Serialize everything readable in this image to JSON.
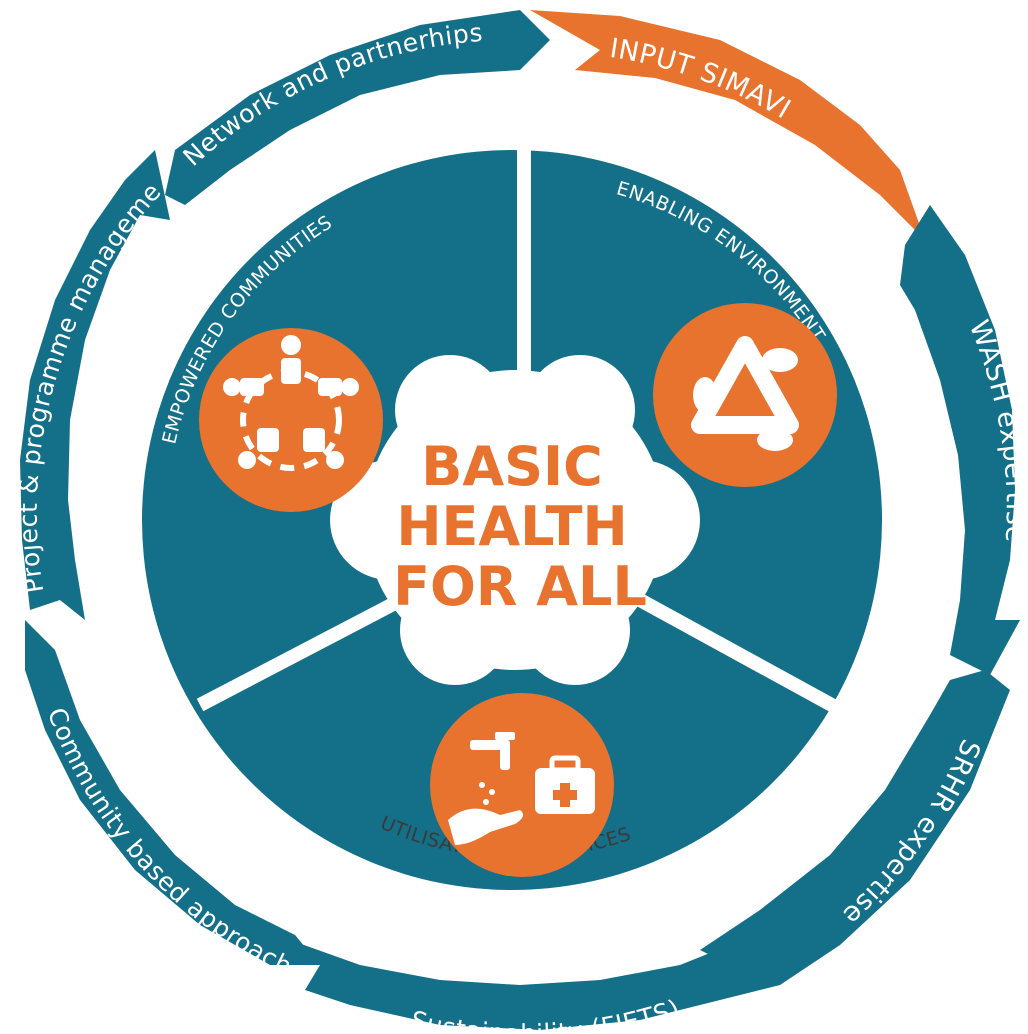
{
  "colors": {
    "teal": "#146f88",
    "orange": "#e8732e",
    "white": "#ffffff",
    "label_dark": "#3a3a3a"
  },
  "center": {
    "line1": "BASIC",
    "line2": "HEALTH",
    "line3": "FOR ALL"
  },
  "sectors": {
    "top_left": {
      "label": "EMPOWERED COMMUNITIES",
      "icon": "people-circle-icon"
    },
    "top_right": {
      "label": "ENABLING ENVIRONMENT",
      "icon": "hands-recycle-icon"
    },
    "bottom": {
      "label": "UTILISATION OF SERVICES",
      "icon": "handwash-medkit-icon"
    }
  },
  "ring": {
    "input": "INPUT SIMAVI",
    "wash": "WASH expertise",
    "srhr": "SRHR expertise",
    "sustainability": "Sustainability (FIETS)",
    "community": "Community based approach",
    "project": "Project & programme management",
    "network": "Network and partnerhips"
  }
}
